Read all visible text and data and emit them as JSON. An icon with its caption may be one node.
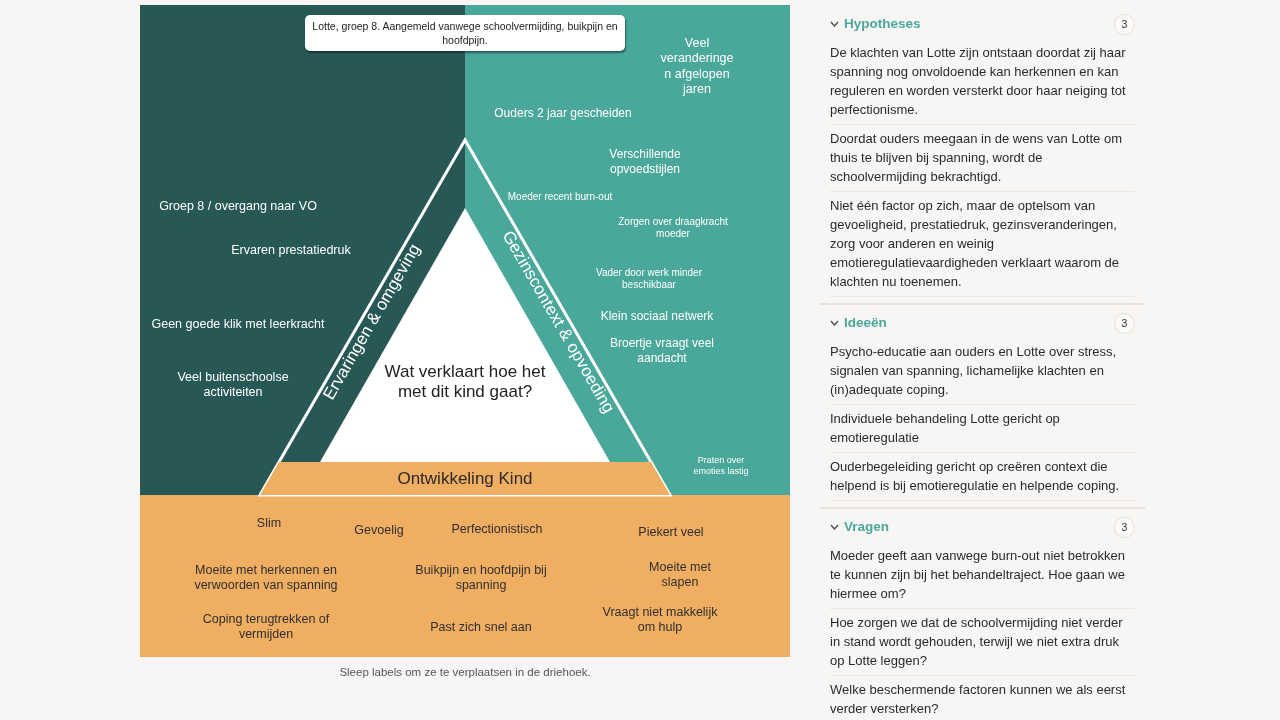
{
  "diagram": {
    "caption": "Sleep labels om ze te verplaatsen in de driehoek.",
    "nodes": [
      {
        "text": [
          "Lotte, groep 8. Aangemeld vanwege schoolvermijding, buikpijn en hoofdpijn."
        ]
      },
      {
        "text": [
          "Wat verklaart hoe het met dit kind gaat?"
        ]
      },
      {
        "text": [
          "Ervaringen & omgeving"
        ]
      },
      {
        "text": [
          "Gezinscontext & opvoeding"
        ]
      },
      {
        "text": [
          "Ontwikkeling Kind"
        ]
      },
      {
        "text": [
          "Hypotheses",
          "De klachten van Lotte zijn ontstaan doordat zij haar spanning nog onvoldoende kan herkennen en kan reguleren en worden versterkt door haar neiging tot perfectionisme.",
          "Doordat ouders meegaan in de wens van Lotte om thuis te blijven bij spanning, wordt de schoolvermijding bekrachtigd.",
          "Niet één factor op zich, maar de optelsom van gevoeligheid, prestatiedruk, gezinsveranderingen, zorg voor anderen en weinig emotieregulatievaardigheden verklaart waarom de klachten nu toenemen."
        ]
      },
      {
        "text": [
          "3"
        ],
        "in": 5
      },
      {
        "text": [
          "Ideeën",
          "Psycho-educatie aan ouders en Lotte over stress, signalen van spanning, lichamelijke klachten en (in)adequate coping.",
          "Individuele behandeling Lotte gericht op emotieregulatie",
          "Ouderbegeleiding gericht op creëren context die helpend is bij emotieregulatie en helpende coping."
        ]
      },
      {
        "text": [
          "3"
        ],
        "in": 7
      },
      {
        "text": [
          "Vragen",
          "Moeder geeft aan vanwege burn-out niet betrokken te kunnen zijn bij het behandeltraject. Hoe gaan we hiermee om?",
          "Hoe zorgen we dat de schoolvermijding niet verder in stand wordt gehouden, terwijl we niet extra druk op Lotte leggen?",
          "Welke beschermende factoren kunnen we als eerst verder versterken?"
        ]
      },
      {
        "text": [
          "3"
        ],
        "in": 9
      }
    ],
    "labels": [
      "Veel veranderingen afgelopen jaren",
      "Ouders 2 jaar gescheiden",
      "Verschillende opvoedstijlen",
      "Moeder recent burn-out",
      "Groep 8 / overgang naar VO",
      "Zorgen over draagkracht moeder",
      "Ervaren prestatiedruk",
      "Vader door werk minder beschikbaar",
      "Klein sociaal netwerk",
      "Geen goede klik met leerkracht",
      "Broertje vraagt veel aandacht",
      "Veel buitenschoolse activiteiten",
      "Praten over emoties lastig",
      "Slim",
      "Gevoelig",
      "Perfectionistisch",
      "Piekert veel",
      "Moeite met herkennen en verwoorden van spanning",
      "Buikpijn en hoofdpijn bij spanning",
      "Moeite met slapen",
      "Coping terugtrekken of vermijden",
      "Vraagt niet makkelijk om hulp",
      "Past zich snel aan"
    ]
  }
}
